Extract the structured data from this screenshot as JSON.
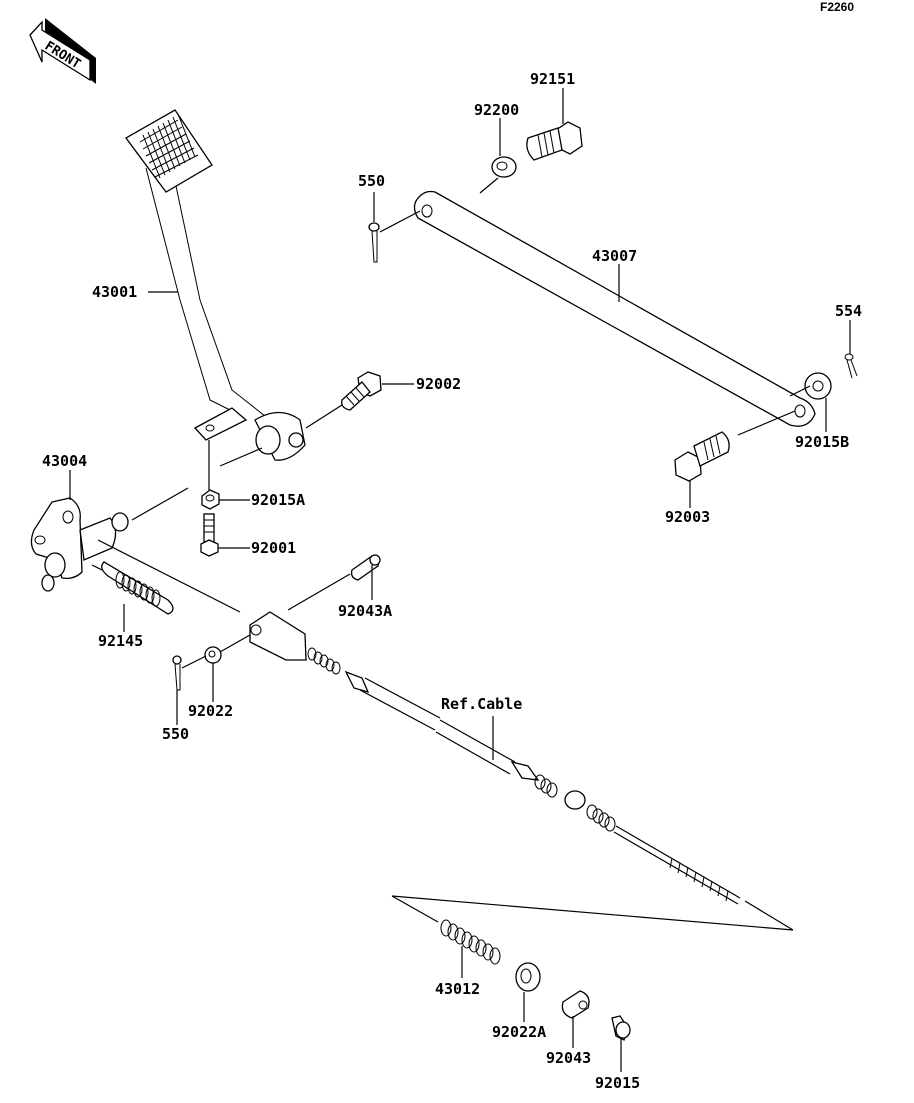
{
  "diagram": {
    "figure_code": "F2260",
    "front_indicator": "FRONT",
    "reference_note": "Ref.Cable",
    "parts": [
      {
        "id": "43001",
        "label": "43001",
        "description": "brake pedal"
      },
      {
        "id": "43007",
        "label": "43007",
        "description": "brake rod"
      },
      {
        "id": "43004",
        "label": "43004",
        "description": "pedal shaft assembly"
      },
      {
        "id": "43012",
        "label": "43012",
        "description": "spring"
      },
      {
        "id": "92151",
        "label": "92151",
        "description": "bolt"
      },
      {
        "id": "92200",
        "label": "92200",
        "description": "washer"
      },
      {
        "id": "550-top",
        "label": "550",
        "description": "cotter pin"
      },
      {
        "id": "554",
        "label": "554",
        "description": "clip pin"
      },
      {
        "id": "92002",
        "label": "92002",
        "description": "bolt"
      },
      {
        "id": "92015B",
        "label": "92015B",
        "description": "nut"
      },
      {
        "id": "92003",
        "label": "92003",
        "description": "bolt"
      },
      {
        "id": "92015A",
        "label": "92015A",
        "description": "nut"
      },
      {
        "id": "92001",
        "label": "92001",
        "description": "bolt"
      },
      {
        "id": "92043A",
        "label": "92043A",
        "description": "pin"
      },
      {
        "id": "92145",
        "label": "92145",
        "description": "return spring"
      },
      {
        "id": "92022",
        "label": "92022",
        "description": "washer"
      },
      {
        "id": "550-bottom",
        "label": "550",
        "description": "cotter pin"
      },
      {
        "id": "92022A",
        "label": "92022A",
        "description": "washer"
      },
      {
        "id": "92043",
        "label": "92043",
        "description": "pin"
      },
      {
        "id": "92015",
        "label": "92015",
        "description": "nut"
      }
    ]
  }
}
